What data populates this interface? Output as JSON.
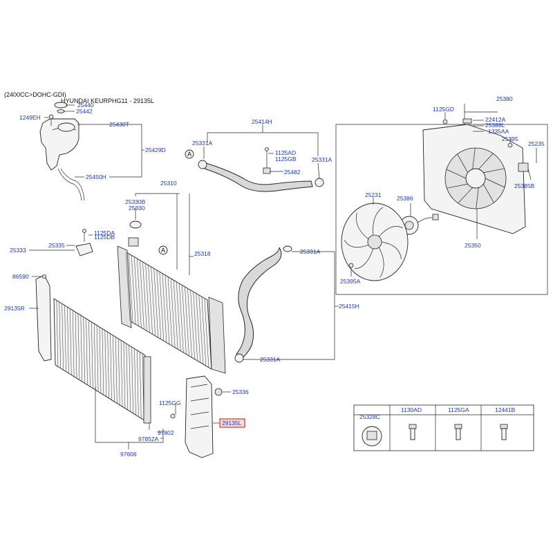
{
  "header": {
    "engine": "(2400CC>DOHC-GDI)",
    "vehicle": "HYUNDAI KEURPHG11 - 29135L"
  },
  "callouts": {
    "p25440": "25440",
    "p25442": "25442",
    "p1249EH": "1249EH",
    "p25430T": "25430T",
    "p25429D": "25429D",
    "p25450H": "25450H",
    "p25414H": "25414H",
    "p25331A_1": "25331A",
    "p25331A_2": "25331A",
    "p1125AD": "1125AD",
    "p1125GB": "1125GB",
    "p25482": "25482",
    "p25310": "25310",
    "p25330B": "25330B",
    "p25330": "25330",
    "p1125DA": "1125DA",
    "p1125DB": "1125DB",
    "p25333": "25333",
    "p25335": "25335",
    "p25318": "25318",
    "p86590": "86590",
    "p29135R": "29135R",
    "p25331A_3": "25331A",
    "p25415H": "25415H",
    "p25331A_4": "25331A",
    "p25336": "25336",
    "p1125GG": "1125GG",
    "p97802": "97802",
    "p97852A": "97852A",
    "p97606": "97606",
    "p29135L": "29135L",
    "p1125GD": "1125GD",
    "p25380": "25380",
    "p22412A": "22412A",
    "p25388L": "25388L",
    "p1335AA": "1335AA",
    "p25395": "25395",
    "p25235": "25235",
    "p25385B": "25385B",
    "p25231": "25231",
    "p25386": "25386",
    "p25350": "25350",
    "p25395A": "25395A",
    "markerA1": "A",
    "markerA2": "A"
  },
  "table": {
    "headers": [
      "25328C",
      "1130AD",
      "1125GA",
      "12441B"
    ]
  },
  "highlight_color": "#e02020"
}
